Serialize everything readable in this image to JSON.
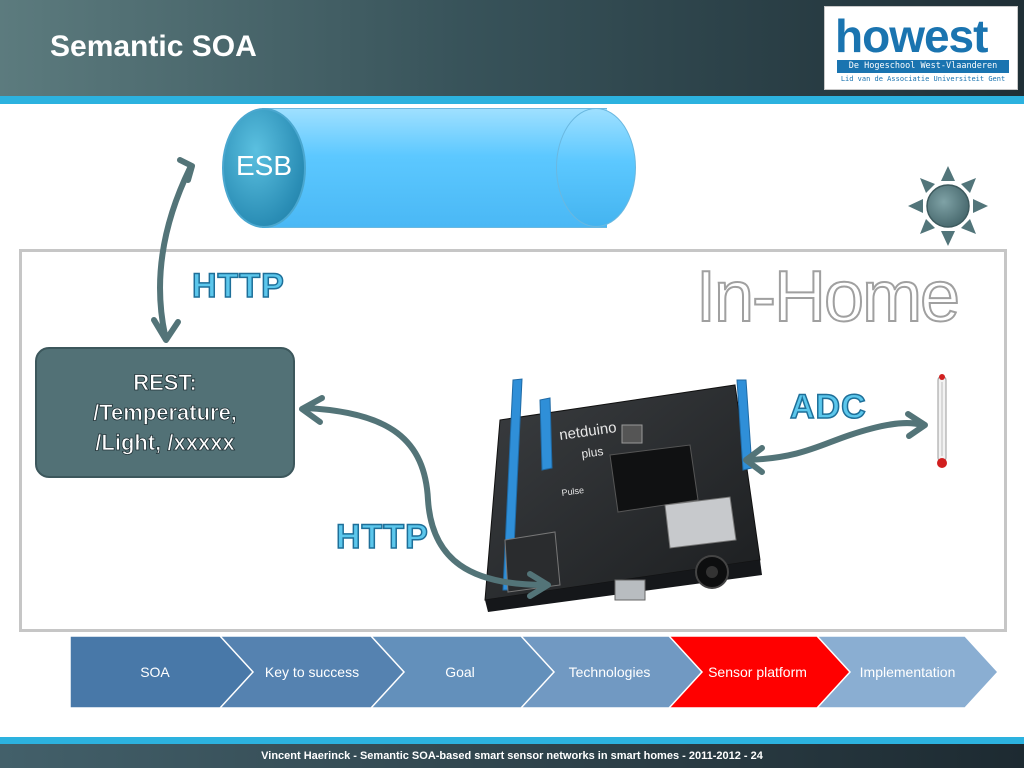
{
  "slide": {
    "title": "Semantic SOA",
    "section_label": "In-Home"
  },
  "logo": {
    "word": "howest",
    "subtitle": "De Hogeschool West-Vlaanderen",
    "tagline": "Lid van de Associatie Universiteit Gent"
  },
  "diagram": {
    "esb_label": "ESB",
    "http_top_label": "HTTP",
    "http_bottom_label": "HTTP",
    "adc_label": "ADC",
    "rest_lines": [
      "REST:",
      "/Temperature,",
      "/Light, /xxxxx"
    ],
    "board_brand": "netduino",
    "board_model": "plus",
    "board_chip_label": "Pulse"
  },
  "breadcrumb": {
    "items": [
      {
        "label": "SOA",
        "color": "#4878a8",
        "active": false
      },
      {
        "label": "Key to success",
        "color": "#5582b0",
        "active": false
      },
      {
        "label": "Goal",
        "color": "#6390bb",
        "active": false
      },
      {
        "label": "Technologies",
        "color": "#7199c2",
        "active": false
      },
      {
        "label": "Sensor platform",
        "color": "#ff0000",
        "active": true
      },
      {
        "label": "Implementation",
        "color": "#8aaed2",
        "active": false
      }
    ]
  },
  "footer": {
    "text": "Vincent Haerinck  -  Semantic SOA-based smart sensor networks in smart homes -  2011-2012  -  24"
  },
  "colors": {
    "header_stripe": "#2cb2df",
    "arrow": "#537478",
    "http_text": "#5cc7ec",
    "rest_box": "#527176"
  }
}
